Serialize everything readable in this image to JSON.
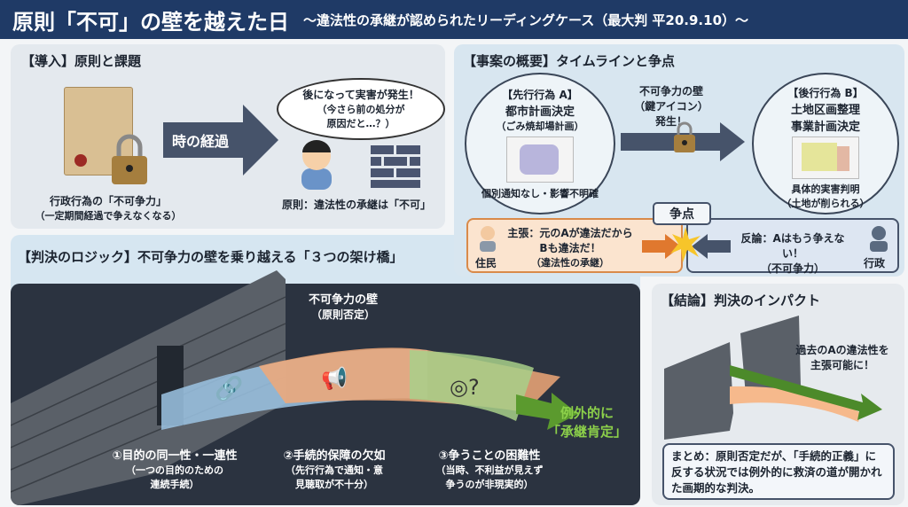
{
  "header": {
    "title": "原則「不可」の壁を越えた日",
    "subtitle": "～違法性の承継が認められたリーディングケース（最大判 平20.9.10）～"
  },
  "intro": {
    "title": "【導入】原則と課題",
    "arrow_label": "時の経過",
    "doc_caption1": "行政行為の「不可争力」",
    "doc_caption2": "（一定期間経過で争えなくなる）",
    "thought1": "後になって実害が発生！",
    "thought2": "（今さら前の処分が",
    "thought3": "原因だと…？）",
    "principle": "原則：違法性の承継は「不可」"
  },
  "overview": {
    "title": "【事案の概要】タイムラインと争点",
    "a": {
      "label": "【先行行為 A】",
      "name": "都市計画決定",
      "sub": "（ごみ焼却場計画）",
      "note": "個別通知なし・影響不明確"
    },
    "wall": {
      "l1": "不可争力の壁",
      "l2": "（鍵アイコン）",
      "l3": "発生！"
    },
    "b": {
      "label": "【後行行為 B】",
      "name1": "土地区画整理",
      "name2": "事業計画決定",
      "note1": "具体的実害判明",
      "note2": "（土地が削られる）"
    },
    "issue": "争点",
    "resident": {
      "who": "住民",
      "l1": "主張：元のAが違法だから",
      "l2": "Bも違法だ！",
      "l3": "（違法性の承継）"
    },
    "gov": {
      "who": "行政",
      "l1": "反論：Aはもう争えない！",
      "l2": "（不可争力）"
    }
  },
  "logic": {
    "title": "【判決のロジック】不可争力の壁を乗り越える「３つの架け橋」",
    "wall1": "不可争力の壁",
    "wall2": "（原則否定）",
    "bridges": [
      {
        "title": "①目的の同一性・一連性",
        "d1": "（一つの目的のための",
        "d2": "連続手続）",
        "color": "#9cc4e4"
      },
      {
        "title": "②手続的保障の欠如",
        "d1": "（先行行為で通知・意",
        "d2": "見聴取が不十分）",
        "color": "#f0a878"
      },
      {
        "title": "③争うことの困難性",
        "d1": "（当時、不利益が見えず",
        "d2": "争うのが非現実的）",
        "color": "#a8d08a"
      }
    ],
    "result1": "例外的に",
    "result2": "「承継肯定」",
    "accent": "#7fc241"
  },
  "conclusion": {
    "title": "【結論】判決のインパクト",
    "arrow1": "過去のAの違法性を",
    "arrow2": "主張可能に！",
    "summary": "まとめ：原則否定だが、「手続的正義」に反する状況では例外的に救済の道が開かれた画期的な判決。"
  }
}
